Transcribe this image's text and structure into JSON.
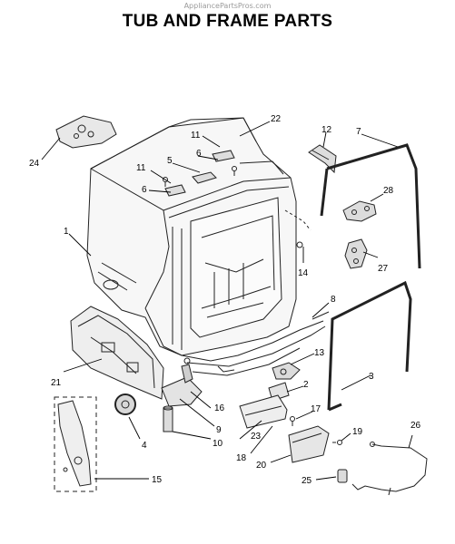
{
  "source_text": "AppliancePartsPros.com",
  "title": "TUB AND FRAME PARTS",
  "callouts": {
    "c1": "1",
    "c2": "2",
    "c3": "3",
    "c4": "4",
    "c5": "5",
    "c6a": "6",
    "c6b": "6",
    "c7": "7",
    "c8": "8",
    "c9": "9",
    "c10": "10",
    "c11a": "11",
    "c11b": "11",
    "c12": "12",
    "c13": "13",
    "c14": "14",
    "c15": "15",
    "c16": "16",
    "c17": "17",
    "c18": "18",
    "c19": "19",
    "c20": "20",
    "c21": "21",
    "c22": "22",
    "c23": "23",
    "c24": "24",
    "c25": "25",
    "c26": "26",
    "c27": "27",
    "c28": "28"
  }
}
